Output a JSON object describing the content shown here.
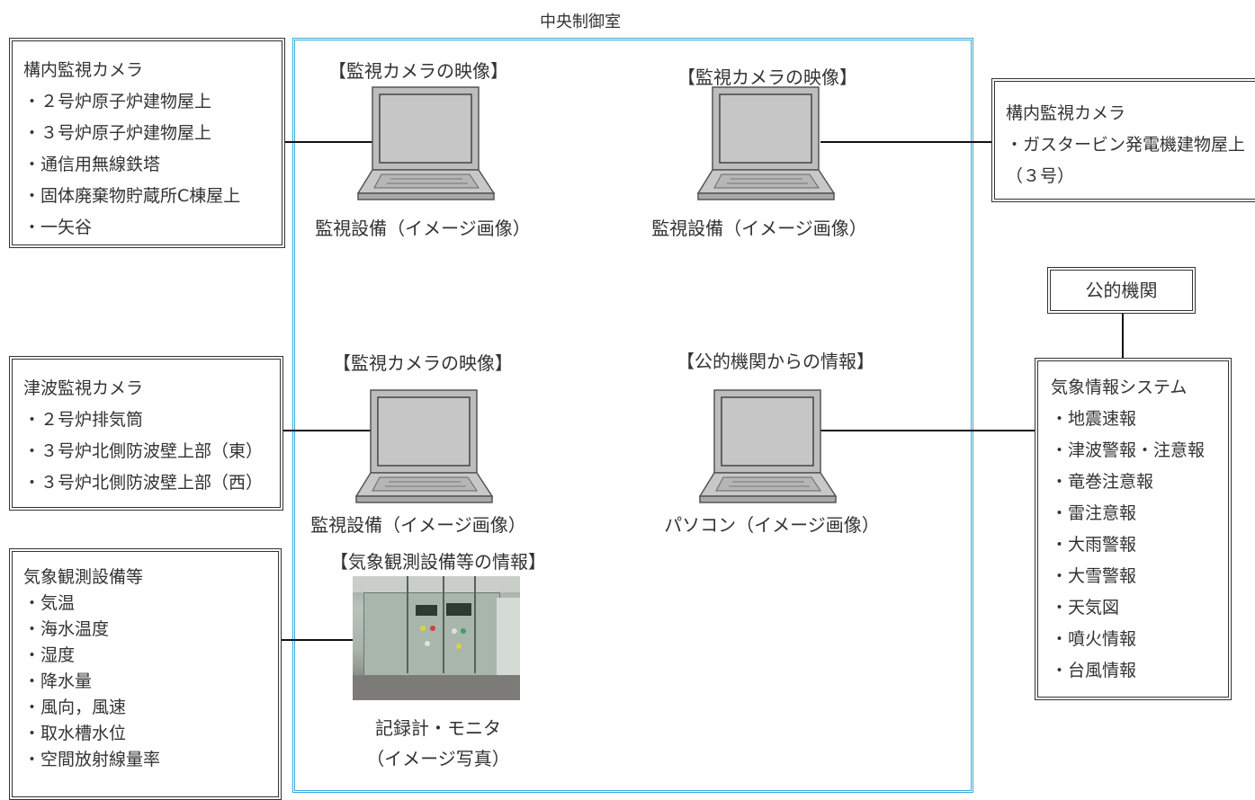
{
  "control_room": {
    "title": "中央制御室"
  },
  "left_boxes": {
    "site_cameras": {
      "title": "構内監視カメラ",
      "items": [
        "・２号炉原子炉建物屋上",
        "・３号炉原子炉建物屋上",
        "・通信用無線鉄塔",
        "・固体廃棄物貯蔵所C棟屋上",
        "・一矢谷"
      ]
    },
    "tsunami_cameras": {
      "title": "津波監視カメラ",
      "items": [
        "・２号炉排気筒",
        "・３号炉北側防波壁上部（東）",
        "・３号炉北側防波壁上部（西）"
      ]
    },
    "weather_equipment": {
      "title": "気象観測設備等",
      "items": [
        "・気温",
        "・海水温度",
        "・湿度",
        "・降水量",
        "・風向，風速",
        "・取水槽水位",
        "・空間放射線量率"
      ]
    }
  },
  "right_boxes": {
    "site_camera_gt": {
      "title": "構内監視カメラ",
      "items": [
        "・ガスタービン発電機建物屋上",
        "（３号）"
      ]
    },
    "public_agency": {
      "title": "公的機関"
    },
    "weather_system": {
      "title": "気象情報システム",
      "items": [
        "・地震速報",
        "・津波警報・注意報",
        "・竜巻注意報",
        "・雷注意報",
        "・大雨警報",
        "・大雪警報",
        "・天気図",
        "・噴火情報",
        "・台風情報"
      ]
    }
  },
  "devices": {
    "monitor_1": {
      "header": "【監視カメラの映像】",
      "caption": "監視設備（イメージ画像）"
    },
    "monitor_2": {
      "header": "【監視カメラの映像】",
      "caption": "監視設備（イメージ画像）"
    },
    "monitor_3": {
      "header": "【監視カメラの映像】",
      "caption": "監視設備（イメージ画像）"
    },
    "pc": {
      "header": "【公的機関からの情報】",
      "caption": "パソコン（イメージ画像）"
    },
    "recorder": {
      "header": "【気象観測設備等の情報】",
      "caption_line1": "記録計・モニタ",
      "caption_line2": "（イメージ写真）"
    }
  },
  "colors": {
    "room_border": "#3aa9d9",
    "line": "#111111",
    "box_border": "#333333"
  },
  "icons": {
    "device": "laptop-icon",
    "photo": "control-panel-photo"
  }
}
